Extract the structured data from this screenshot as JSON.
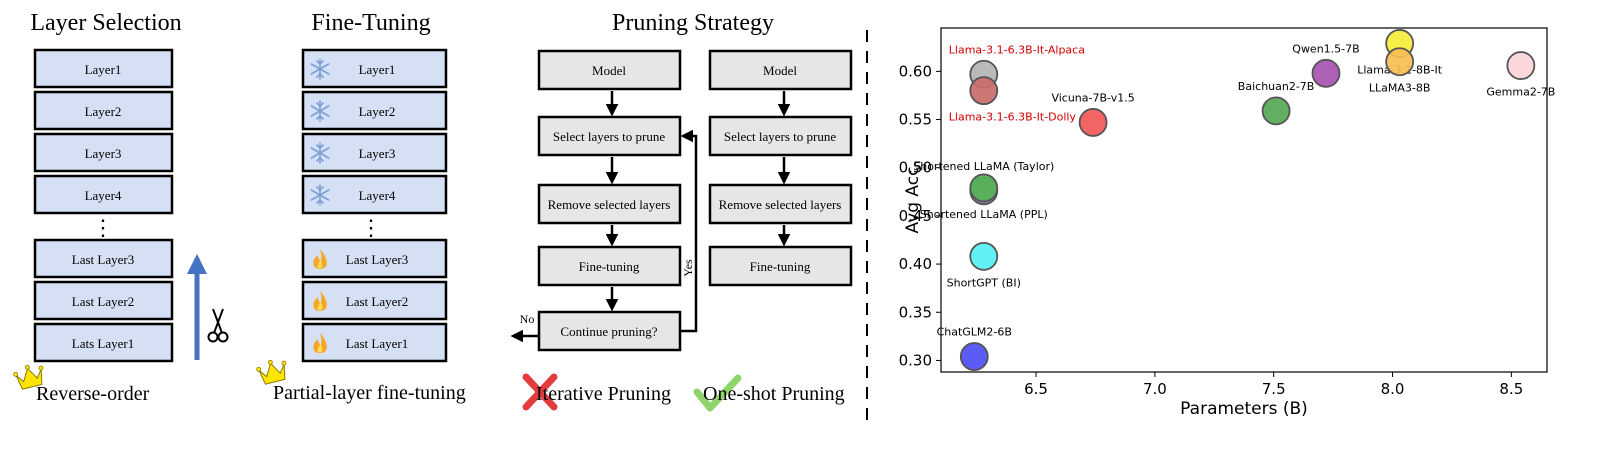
{
  "layer_selection": {
    "title": "Layer Selection",
    "layers_top": [
      "Layer1",
      "Layer2",
      "Layer3",
      "Layer4"
    ],
    "layers_bottom": [
      "Last Layer3",
      "Last Layer2",
      "Lats Layer1"
    ],
    "ellipsis": "⋮",
    "caption": "Reverse-order"
  },
  "fine_tuning": {
    "title": "Fine-Tuning",
    "layers_top": [
      "Layer1",
      "Layer2",
      "Layer3",
      "Layer4"
    ],
    "layers_bottom": [
      "Last Layer3",
      "Last Layer2",
      "Last Layer1"
    ],
    "ellipsis": "⋮",
    "caption": "Partial-layer fine-tuning"
  },
  "pruning": {
    "title": "Pruning Strategy",
    "iterative_steps": [
      "Model",
      "Select layers to prune",
      "Remove selected layers",
      "Fine-tuning",
      "Continue pruning?"
    ],
    "oneshot_steps": [
      "Model",
      "Select layers to prune",
      "Remove selected layers",
      "Fine-tuning"
    ],
    "yes_label": "Yes",
    "no_label": "No",
    "iterative_caption": "Iterative Pruning",
    "oneshot_caption": "One-shot Pruning"
  },
  "colors": {
    "layer_fill": "#d6e0f4",
    "box_fill": "#e6e6e6",
    "arrow_blue": "#4472c4",
    "cross_red": "#e23c3c",
    "check_green": "#8fd46a",
    "crown_yellow": "#ffe600",
    "highlight_red": "#d40000"
  },
  "icons": {
    "frozen": "snowflake-icon",
    "trainable": "flame-icon",
    "cut": "scissors-icon",
    "best": "crown-icon",
    "rejected": "cross-icon",
    "chosen": "check-icon"
  },
  "chart_data": {
    "type": "scatter",
    "xlabel": "Parameters (B)",
    "ylabel": "Avg Acc",
    "xlim": [
      6.1,
      8.65
    ],
    "ylim": [
      0.288,
      0.645
    ],
    "xticks": [
      6.5,
      7.0,
      7.5,
      8.0,
      8.5
    ],
    "yticks": [
      0.3,
      0.35,
      0.4,
      0.45,
      0.5,
      0.55,
      0.6
    ],
    "grid": false,
    "points": [
      {
        "label": "Llama-3.1-6.3B-It-Alpaca",
        "x": 6.28,
        "y": 0.597,
        "color": "#b4b4b4",
        "label_color": "#d40000",
        "label_pos": "above"
      },
      {
        "label": "Llama-3.1-6.3B-It-Dolly",
        "x": 6.28,
        "y": 0.58,
        "color": "#c96b6b",
        "label_color": "#d40000",
        "label_pos": "below"
      },
      {
        "label": "Vicuna-7B-v1.5",
        "x": 6.74,
        "y": 0.547,
        "color": "#f25757",
        "label_color": "#000000",
        "label_pos": "above"
      },
      {
        "label": "Baichuan2-7B",
        "x": 7.51,
        "y": 0.559,
        "color": "#55a855",
        "label_color": "#000000",
        "label_pos": "above"
      },
      {
        "label": "Qwen1.5-7B",
        "x": 7.72,
        "y": 0.598,
        "color": "#a752b0",
        "label_color": "#000000",
        "label_pos": "above"
      },
      {
        "label": "Llama-3.1-8B-It",
        "x": 8.03,
        "y": 0.629,
        "color": "#f5ee3a",
        "label_color": "#000000",
        "label_pos": "below"
      },
      {
        "label": "LLaMA3-8B",
        "x": 8.03,
        "y": 0.61,
        "color": "#f8bf52",
        "label_color": "#000000",
        "label_pos": "below"
      },
      {
        "label": "Gemma2-7B",
        "x": 8.54,
        "y": 0.606,
        "color": "#fbd4d9",
        "label_color": "#000000",
        "label_pos": "below"
      },
      {
        "label": "Shortened LLaMA (Taylor)",
        "x": 6.28,
        "y": 0.476,
        "color": "#8e6aa9",
        "label_color": "#000000",
        "label_pos": "above"
      },
      {
        "label": "Shortened LLaMA (PPL)",
        "x": 6.28,
        "y": 0.479,
        "color": "#55b455",
        "label_color": "#000000",
        "label_pos": "below"
      },
      {
        "label": "ShortGPT (BI)",
        "x": 6.28,
        "y": 0.408,
        "color": "#55f0f2",
        "label_color": "#000000",
        "label_pos": "below"
      },
      {
        "label": "ChatGLM2-6B",
        "x": 6.24,
        "y": 0.304,
        "color": "#4d4df5",
        "label_color": "#000000",
        "label_pos": "above"
      }
    ]
  }
}
